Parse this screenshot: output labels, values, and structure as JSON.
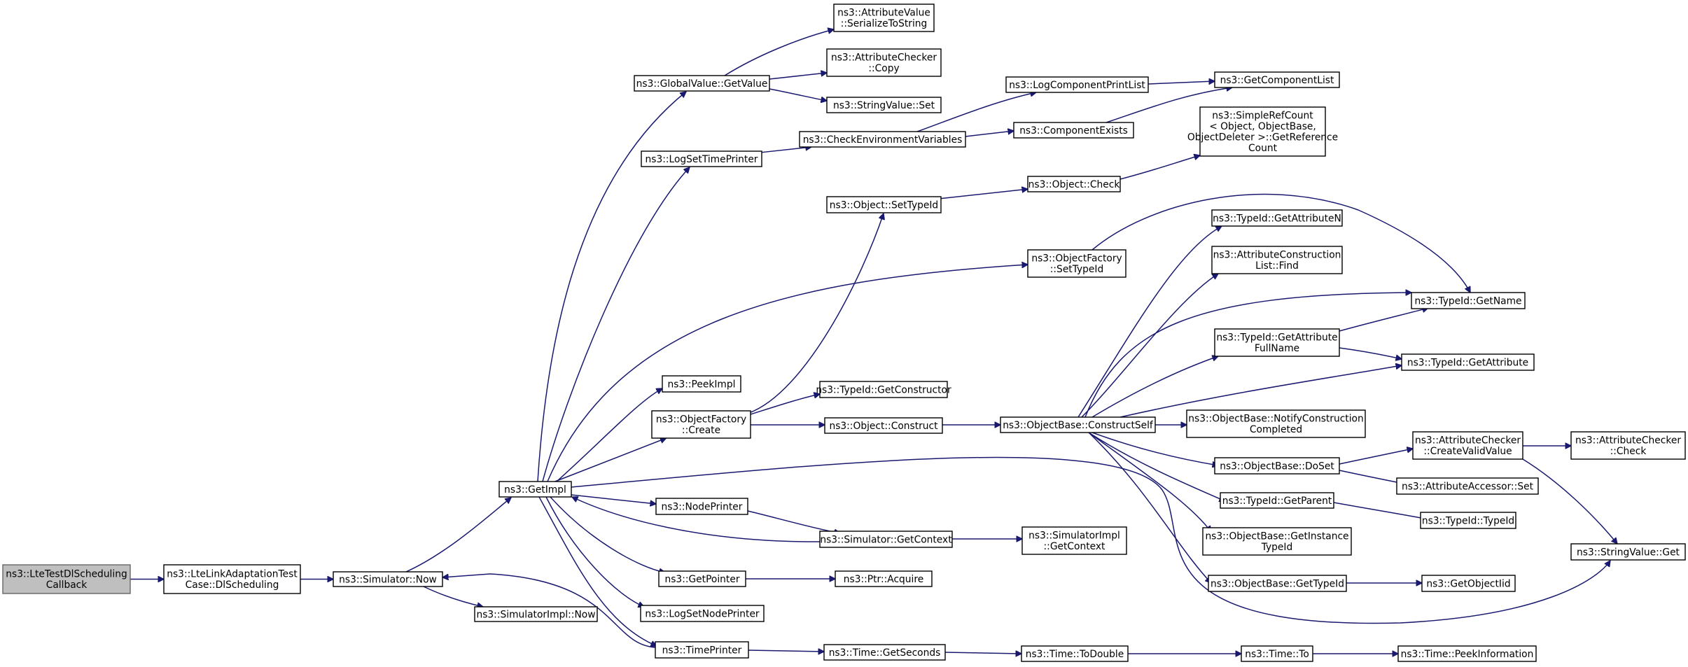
{
  "graph": {
    "colors": {
      "edge": "#191970",
      "truncated_border": "#ff0000",
      "root_fill": "#bfbfbf"
    },
    "nodes": [
      {
        "id": "root",
        "lines": [
          "ns3::LteTestDlScheduling",
          "Callback"
        ],
        "kind": "root"
      },
      {
        "id": "dlsched",
        "lines": [
          "ns3::LteLinkAdaptationTest",
          "Case::DlScheduling"
        ]
      },
      {
        "id": "simnow",
        "lines": [
          "ns3::Simulator::Now"
        ]
      },
      {
        "id": "getimpl",
        "lines": [
          "ns3::GetImpl"
        ]
      },
      {
        "id": "simimplnow",
        "lines": [
          "ns3::SimulatorImpl::Now"
        ]
      },
      {
        "id": "gvgetvalue",
        "lines": [
          "ns3::GlobalValue::GetValue"
        ]
      },
      {
        "id": "avser",
        "lines": [
          "ns3::AttributeValue",
          "::SerializeToString"
        ]
      },
      {
        "id": "accopy",
        "lines": [
          "ns3::AttributeChecker",
          "::Copy"
        ]
      },
      {
        "id": "svset",
        "lines": [
          "ns3::StringValue::Set"
        ]
      },
      {
        "id": "logsettp",
        "lines": [
          "ns3::LogSetTimePrinter"
        ]
      },
      {
        "id": "checkenv",
        "lines": [
          "ns3::CheckEnvironmentVariables"
        ]
      },
      {
        "id": "logcpl",
        "lines": [
          "ns3::LogComponentPrintList"
        ]
      },
      {
        "id": "getcl",
        "lines": [
          "ns3::GetComponentList"
        ]
      },
      {
        "id": "compex",
        "lines": [
          "ns3::ComponentExists"
        ]
      },
      {
        "id": "srcgetref",
        "lines": [
          "ns3::SimpleRefCount",
          "< Object, ObjectBase,",
          "ObjectDeleter >::GetReference",
          "Count"
        ]
      },
      {
        "id": "objsettypeid",
        "lines": [
          "ns3::Object::SetTypeId"
        ]
      },
      {
        "id": "objcheck",
        "lines": [
          "ns3::Object::Check"
        ]
      },
      {
        "id": "ofsettypeid",
        "lines": [
          "ns3::ObjectFactory",
          "::SetTypeId"
        ]
      },
      {
        "id": "tidgetattrn",
        "lines": [
          "ns3::TypeId::GetAttributeN"
        ]
      },
      {
        "id": "aclfind",
        "lines": [
          "ns3::AttributeConstruction",
          "List::Find"
        ]
      },
      {
        "id": "tidgetname",
        "lines": [
          "ns3::TypeId::GetName"
        ]
      },
      {
        "id": "tidgetattrfull",
        "lines": [
          "ns3::TypeId::GetAttribute",
          "FullName"
        ]
      },
      {
        "id": "tidgetattr",
        "lines": [
          "ns3::TypeId::GetAttribute"
        ]
      },
      {
        "id": "peekimpl",
        "lines": [
          "ns3::PeekImpl"
        ]
      },
      {
        "id": "tidgetctor",
        "lines": [
          "ns3::TypeId::GetConstructor"
        ]
      },
      {
        "id": "ofcreate",
        "lines": [
          "ns3::ObjectFactory",
          "::Create"
        ]
      },
      {
        "id": "objconstruct",
        "lines": [
          "ns3::Object::Construct"
        ]
      },
      {
        "id": "obconstructself",
        "lines": [
          "ns3::ObjectBase::ConstructSelf"
        ]
      },
      {
        "id": "obnotify",
        "lines": [
          "ns3::ObjectBase::NotifyConstruction",
          "Completed"
        ]
      },
      {
        "id": "accreate",
        "lines": [
          "ns3::AttributeChecker",
          "::CreateValidValue"
        ],
        "kind": "truncated"
      },
      {
        "id": "accheck",
        "lines": [
          "ns3::AttributeChecker",
          "::Check"
        ]
      },
      {
        "id": "obdoset",
        "lines": [
          "ns3::ObjectBase::DoSet"
        ]
      },
      {
        "id": "aaset",
        "lines": [
          "ns3::AttributeAccessor::Set"
        ]
      },
      {
        "id": "nodeprinter",
        "lines": [
          "ns3::NodePrinter"
        ]
      },
      {
        "id": "tidgetparent",
        "lines": [
          "ns3::TypeId::GetParent"
        ]
      },
      {
        "id": "tidtypeid",
        "lines": [
          "ns3::TypeId::TypeId"
        ]
      },
      {
        "id": "simgetctx",
        "lines": [
          "ns3::Simulator::GetContext"
        ]
      },
      {
        "id": "simimplgetctx",
        "lines": [
          "ns3::SimulatorImpl",
          "::GetContext"
        ]
      },
      {
        "id": "obgetinst",
        "lines": [
          "ns3::ObjectBase::GetInstance",
          "TypeId"
        ]
      },
      {
        "id": "svget",
        "lines": [
          "ns3::StringValue::Get"
        ]
      },
      {
        "id": "getpointer",
        "lines": [
          "ns3::GetPointer"
        ]
      },
      {
        "id": "ptracquire",
        "lines": [
          "ns3::Ptr::Acquire"
        ]
      },
      {
        "id": "obgettypeid",
        "lines": [
          "ns3::ObjectBase::GetTypeId"
        ]
      },
      {
        "id": "getobjectiid",
        "lines": [
          "ns3::GetObjectIid"
        ],
        "kind": "truncated"
      },
      {
        "id": "logsetnp",
        "lines": [
          "ns3::LogSetNodePrinter"
        ]
      },
      {
        "id": "timeprinter",
        "lines": [
          "ns3::TimePrinter"
        ]
      },
      {
        "id": "timegetsec",
        "lines": [
          "ns3::Time::GetSeconds"
        ]
      },
      {
        "id": "timetodouble",
        "lines": [
          "ns3::Time::ToDouble"
        ]
      },
      {
        "id": "timeto",
        "lines": [
          "ns3::Time::To"
        ]
      },
      {
        "id": "timepeek",
        "lines": [
          "ns3::Time::PeekInformation"
        ],
        "kind": "truncated"
      }
    ],
    "edges": [
      [
        "root",
        "dlsched"
      ],
      [
        "dlsched",
        "simnow"
      ],
      [
        "simnow",
        "getimpl"
      ],
      [
        "simnow",
        "simimplnow"
      ],
      [
        "getimpl",
        "gvgetvalue"
      ],
      [
        "gvgetvalue",
        "avser"
      ],
      [
        "gvgetvalue",
        "accopy"
      ],
      [
        "gvgetvalue",
        "svset"
      ],
      [
        "getimpl",
        "logsettp"
      ],
      [
        "logsettp",
        "checkenv"
      ],
      [
        "checkenv",
        "logcpl"
      ],
      [
        "checkenv",
        "compex"
      ],
      [
        "logcpl",
        "getcl"
      ],
      [
        "compex",
        "getcl"
      ],
      [
        "getimpl",
        "ofsettypeid"
      ],
      [
        "ofsettypeid",
        "tidgetname"
      ],
      [
        "getimpl",
        "peekimpl"
      ],
      [
        "getimpl",
        "ofcreate"
      ],
      [
        "ofcreate",
        "objsettypeid"
      ],
      [
        "objsettypeid",
        "objcheck"
      ],
      [
        "objcheck",
        "srcgetref"
      ],
      [
        "ofcreate",
        "tidgetctor"
      ],
      [
        "ofcreate",
        "objconstruct"
      ],
      [
        "objconstruct",
        "obconstructself"
      ],
      [
        "obconstructself",
        "tidgetattrn"
      ],
      [
        "obconstructself",
        "aclfind"
      ],
      [
        "obconstructself",
        "tidgetname"
      ],
      [
        "obconstructself",
        "tidgetattrfull"
      ],
      [
        "obconstructself",
        "tidgetattr"
      ],
      [
        "obconstructself",
        "obnotify"
      ],
      [
        "obconstructself",
        "obdoset"
      ],
      [
        "obconstructself",
        "tidgetparent"
      ],
      [
        "obconstructself",
        "obgetinst"
      ],
      [
        "obconstructself",
        "obgettypeid"
      ],
      [
        "tidgetattrfull",
        "tidgetname"
      ],
      [
        "tidgetattrfull",
        "tidgetattr"
      ],
      [
        "obdoset",
        "accreate"
      ],
      [
        "obdoset",
        "aaset"
      ],
      [
        "accreate",
        "accheck"
      ],
      [
        "accreate",
        "svget"
      ],
      [
        "tidgetparent",
        "tidtypeid"
      ],
      [
        "obgettypeid",
        "getobjectiid"
      ],
      [
        "getimpl",
        "nodeprinter"
      ],
      [
        "nodeprinter",
        "simgetctx"
      ],
      [
        "simgetctx",
        "getimpl"
      ],
      [
        "simgetctx",
        "simimplgetctx"
      ],
      [
        "getimpl",
        "getpointer"
      ],
      [
        "getpointer",
        "ptracquire"
      ],
      [
        "getimpl",
        "logsetnp"
      ],
      [
        "getimpl",
        "timeprinter"
      ],
      [
        "getimpl",
        "svget"
      ],
      [
        "timeprinter",
        "simnow"
      ],
      [
        "timeprinter",
        "timegetsec"
      ],
      [
        "timegetsec",
        "timetodouble"
      ],
      [
        "timetodouble",
        "timeto"
      ],
      [
        "timeto",
        "timepeek"
      ]
    ]
  }
}
